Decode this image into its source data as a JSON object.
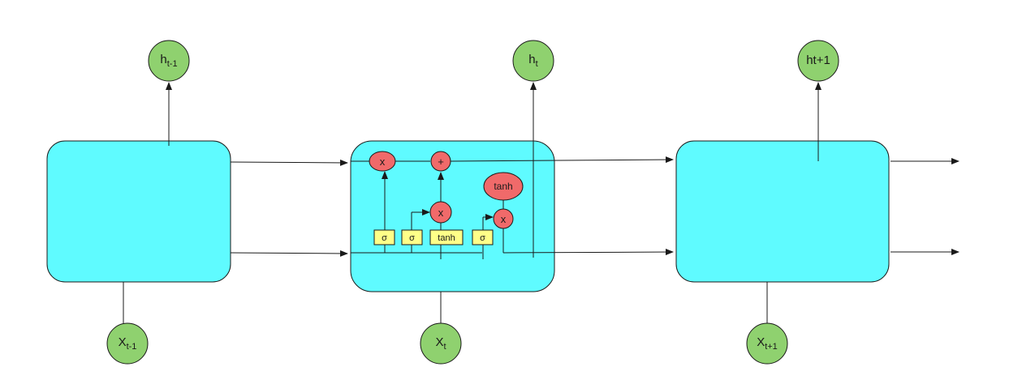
{
  "colors": {
    "cell_fill": "#5ffbff",
    "state_node_fill": "#8fd16f",
    "op_fill": "#f06a6a",
    "gate_fill": "#ffff88",
    "line": "#1a1a1a"
  },
  "outputs": [
    {
      "base": "h",
      "sub": "t-1"
    },
    {
      "base": "h",
      "sub": "t"
    },
    {
      "base": "h",
      "sub": "t+1"
    }
  ],
  "inputs": [
    {
      "base": "X",
      "sub": "t-1"
    },
    {
      "base": "X",
      "sub": "t"
    },
    {
      "base": "X",
      "sub": "t+1"
    }
  ],
  "ops": {
    "forget_multiply": "x",
    "add": "+",
    "input_multiply": "x",
    "output_multiply": "x",
    "output_tanh": "tanh"
  },
  "gates": [
    "σ",
    "σ",
    "tanh",
    "σ"
  ]
}
